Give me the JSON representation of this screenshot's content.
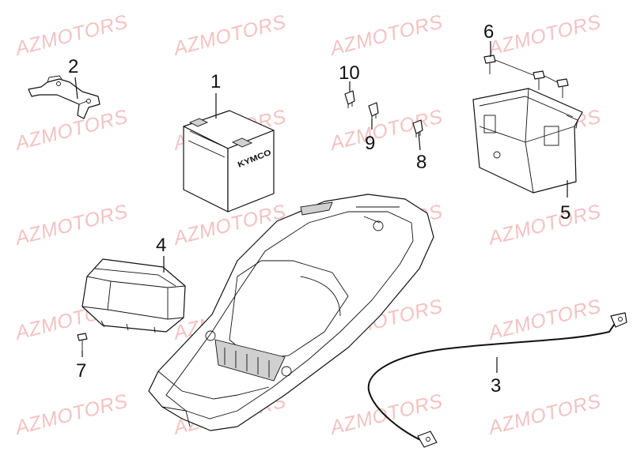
{
  "watermark": {
    "text": "AZMOTORS",
    "color": "#f4c2c2"
  },
  "battery_label": "KYMCO",
  "callouts": [
    {
      "number": "1",
      "part": "battery"
    },
    {
      "number": "2",
      "part": "bracket"
    },
    {
      "number": "3",
      "part": "cable"
    },
    {
      "number": "4",
      "part": "box"
    },
    {
      "number": "5",
      "part": "battery-case"
    },
    {
      "number": "6",
      "part": "screw"
    },
    {
      "number": "7",
      "part": "screw"
    },
    {
      "number": "8",
      "part": "fuse"
    },
    {
      "number": "9",
      "part": "fuse"
    },
    {
      "number": "10",
      "part": "fuse"
    }
  ]
}
